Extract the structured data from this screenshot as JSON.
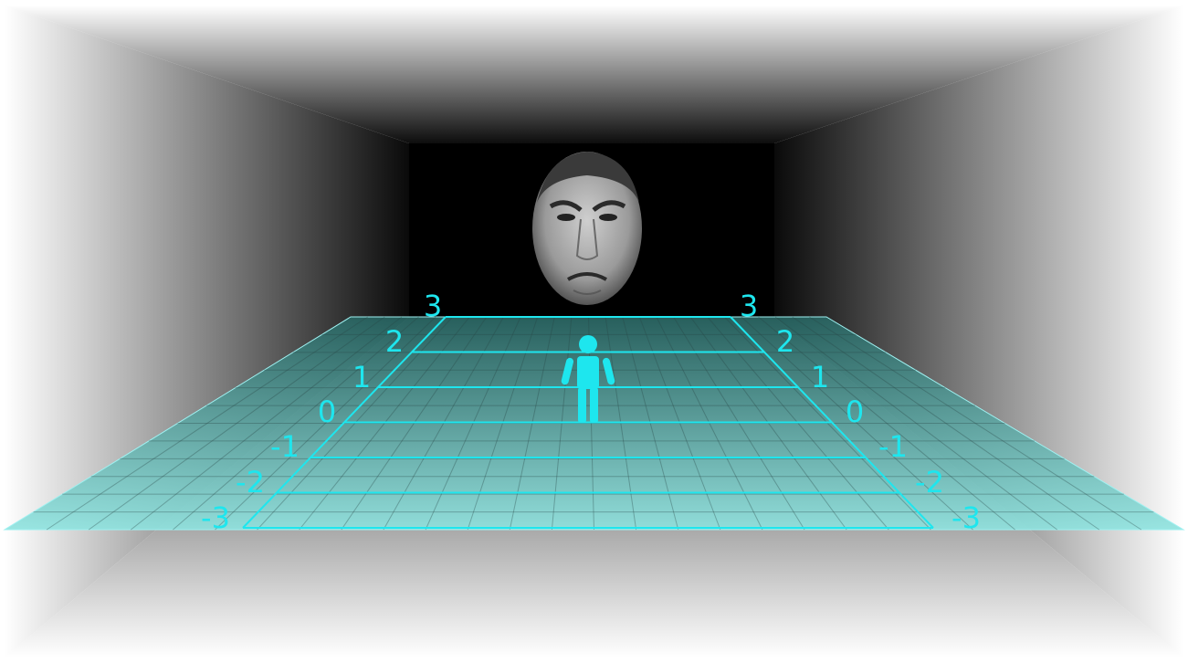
{
  "colors": {
    "accent": "#1ee6ee",
    "floor_fill": "#7fd6d2",
    "back_wall": "#000000",
    "room_wall_light": "#ffffff",
    "room_wall_dark": "#0a0a0a"
  },
  "stimulus": {
    "icon": "angry-face-photo",
    "expression": "angry"
  },
  "figure": {
    "icon": "person-icon",
    "position": 0.5
  },
  "scale": {
    "left_labels": [
      "3",
      "2",
      "1",
      "0",
      "-1",
      "-2",
      "-3"
    ],
    "right_labels": [
      "3",
      "2",
      "1",
      "0",
      "-1",
      "-2",
      "-3"
    ]
  }
}
